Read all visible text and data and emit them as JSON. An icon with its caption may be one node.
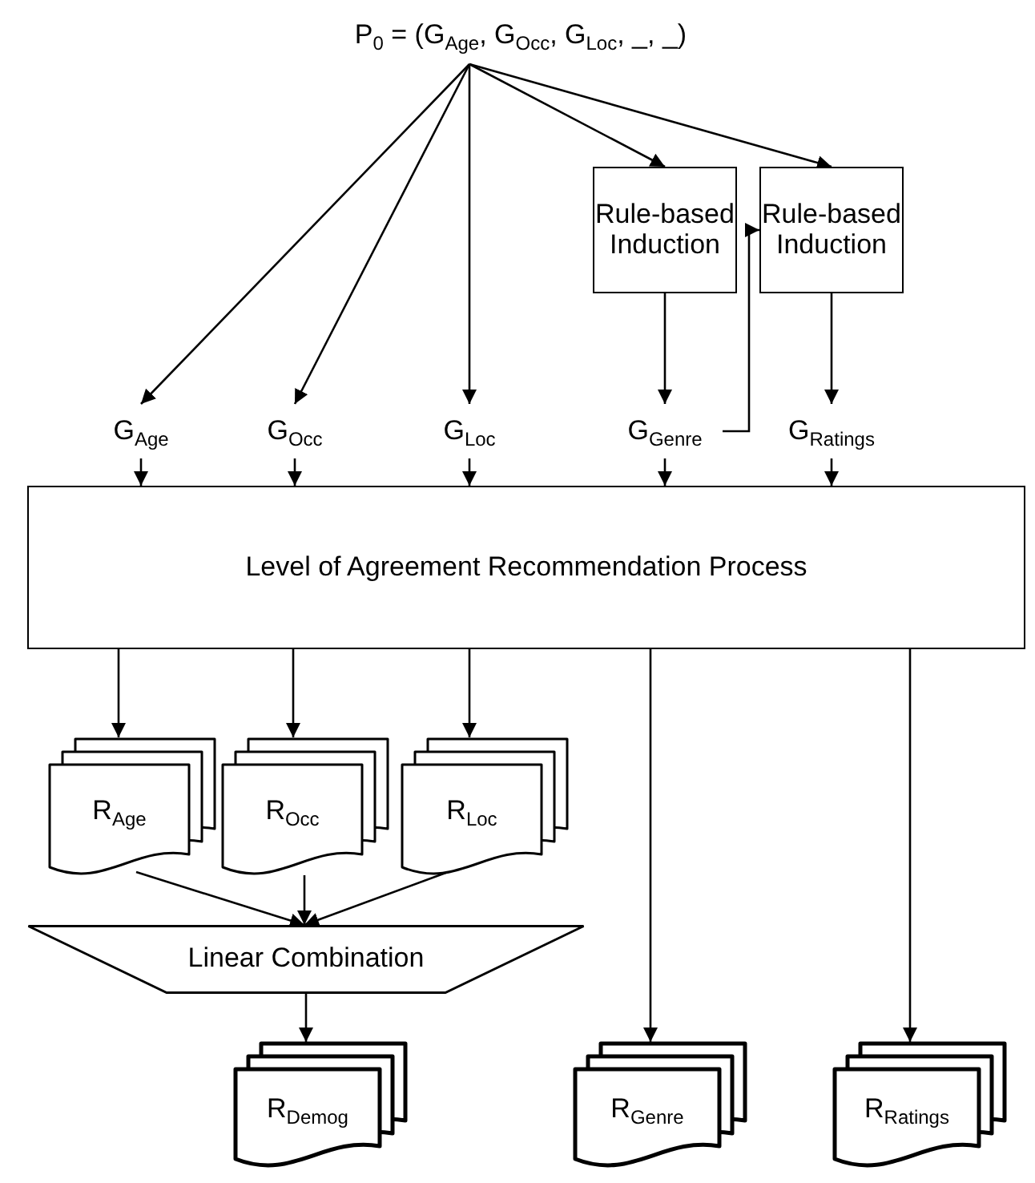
{
  "diagram": {
    "nodes": [
      {
        "text": [
          "P$_{0}$ = (G$_{Age}$, G$_{Occ}$, G$_{Loc}$, _, _)"
        ]
      },
      {
        "text": [
          "Rule-based Induction"
        ]
      },
      {
        "text": [
          "Rule-based Induction"
        ]
      },
      {
        "text": [
          "G$_{Age}$"
        ]
      },
      {
        "text": [
          "G$_{Occ}$"
        ]
      },
      {
        "text": [
          "G$_{Loc}$"
        ]
      },
      {
        "text": [
          "G$_{Genre}$"
        ]
      },
      {
        "text": [
          "G$_{Ratings}$"
        ]
      },
      {
        "text": [
          "Level of Agreement Recommendation Process"
        ]
      },
      {
        "text": [
          "R$_{Age}$"
        ]
      },
      {
        "text": [
          "R$_{Occ}$"
        ]
      },
      {
        "text": [
          "R$_{Loc}$"
        ]
      },
      {
        "text": [
          "Linear Combination"
        ]
      },
      {
        "text": [
          "R$_{Demog}$"
        ]
      },
      {
        "text": [
          "R$_{Genre}$"
        ]
      },
      {
        "text": [
          "R$_{Ratings}$"
        ]
      }
    ],
    "edges": [
      {
        "from": 0,
        "to": 3,
        "arrow": "to"
      },
      {
        "from": 0,
        "to": 4,
        "arrow": "to"
      },
      {
        "from": 0,
        "to": 5,
        "arrow": "to"
      },
      {
        "from": 0,
        "to": 1,
        "arrow": "to"
      },
      {
        "from": 0,
        "to": 2,
        "arrow": "to"
      },
      {
        "from": 1,
        "to": 6,
        "arrow": "to"
      },
      {
        "from": 2,
        "to": 7,
        "arrow": "to"
      },
      {
        "from": 6,
        "to": 2,
        "arrow": "to"
      },
      {
        "from": 3,
        "to": 8,
        "arrow": "to"
      },
      {
        "from": 4,
        "to": 8,
        "arrow": "to"
      },
      {
        "from": 5,
        "to": 8,
        "arrow": "to"
      },
      {
        "from": 6,
        "to": 8,
        "arrow": "to"
      },
      {
        "from": 7,
        "to": 8,
        "arrow": "to"
      },
      {
        "from": 8,
        "to": 9,
        "arrow": "to"
      },
      {
        "from": 8,
        "to": 10,
        "arrow": "to"
      },
      {
        "from": 8,
        "to": 11,
        "arrow": "to"
      },
      {
        "from": 8,
        "to": 14,
        "arrow": "to"
      },
      {
        "from": 8,
        "to": 15,
        "arrow": "to"
      },
      {
        "from": 9,
        "to": 12,
        "arrow": "to"
      },
      {
        "from": 10,
        "to": 12,
        "arrow": "to"
      },
      {
        "from": 11,
        "to": 12,
        "arrow": "to"
      },
      {
        "from": 12,
        "to": 13,
        "arrow": "to"
      }
    ]
  }
}
